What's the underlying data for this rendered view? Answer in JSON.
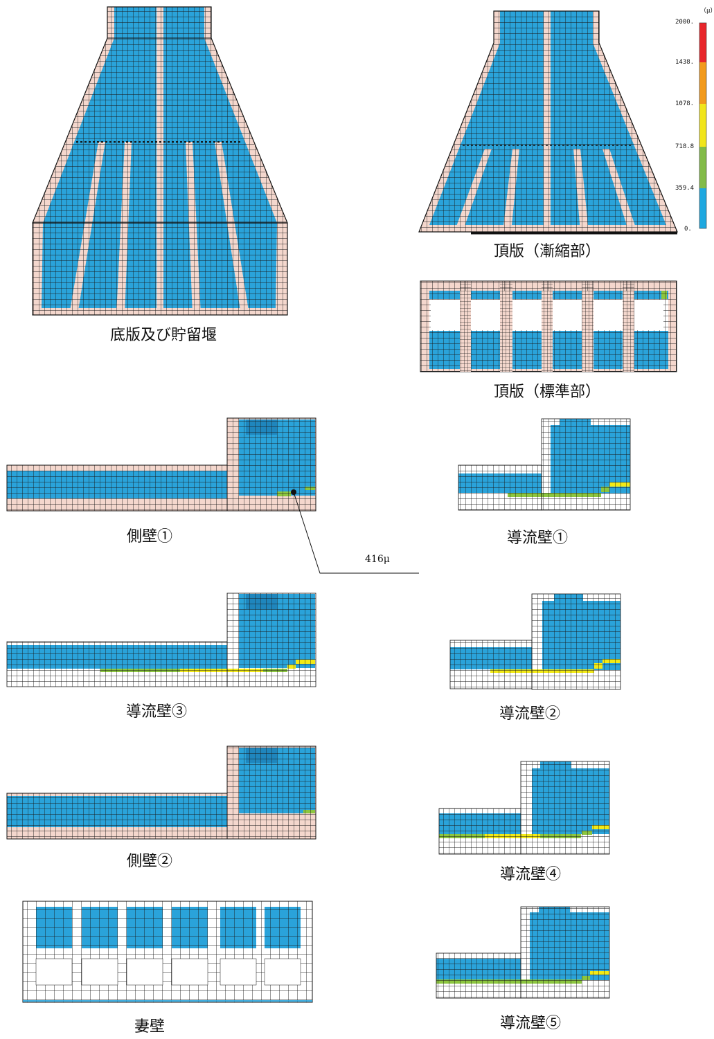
{
  "captions": {
    "bottom_slab": "底版及び貯留堰",
    "top_slab_taper": "頂版（漸縮部）",
    "top_slab_standard": "頂版（標準部）",
    "side_wall_1": "側壁①",
    "guide_wall_1": "導流壁①",
    "guide_wall_3": "導流壁③",
    "guide_wall_2": "導流壁②",
    "side_wall_2": "側壁②",
    "guide_wall_4": "導流壁④",
    "end_wall": "妻壁",
    "guide_wall_5": "導流壁⑤"
  },
  "callout": {
    "label": "416μ"
  },
  "legend": {
    "unit": "（μ）",
    "ticks": [
      "2000.",
      "1438.",
      "1078.",
      "718.8",
      "359.4",
      "0."
    ],
    "colors": [
      "#e8262b",
      "#f29a1c",
      "#f1e51b",
      "#82bb48",
      "#1ea8e0"
    ]
  },
  "colors": {
    "blue": "#2aa3da",
    "pink": "#f4d7cd",
    "green": "#8cc63f",
    "yellow": "#f3ea16",
    "mesh": "#111111"
  }
}
